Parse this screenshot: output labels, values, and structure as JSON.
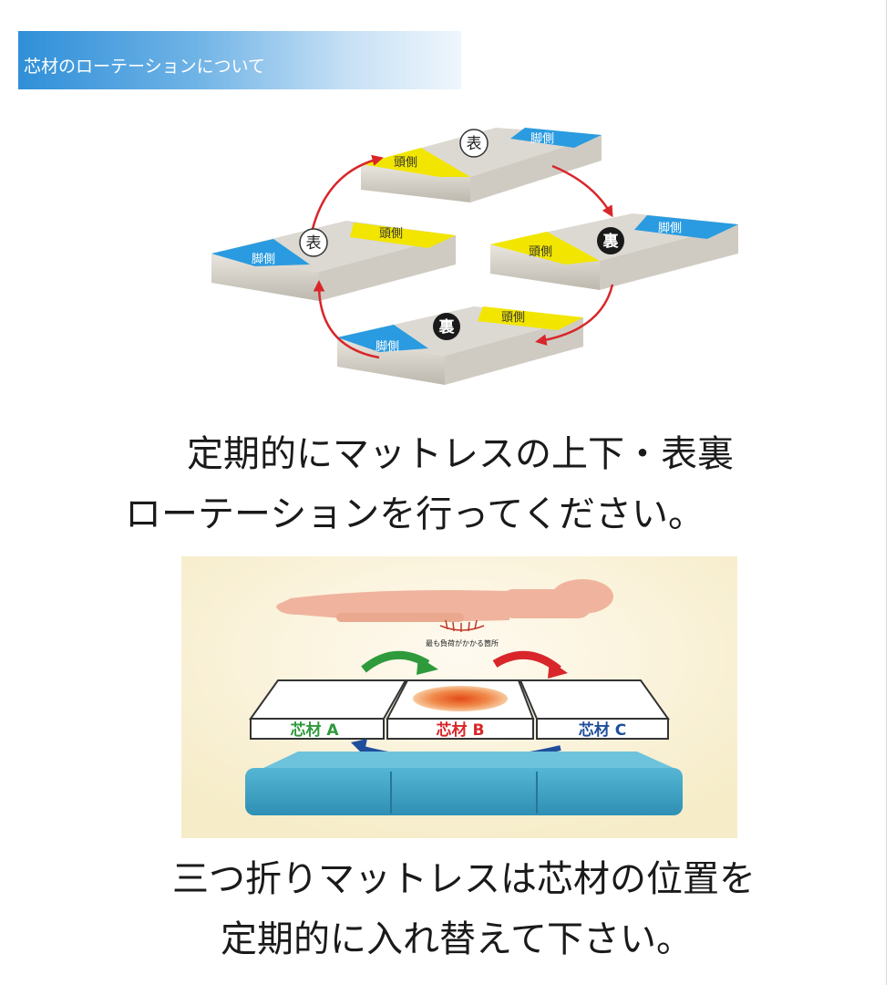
{
  "header": {
    "title": "芯材のローテーションについて"
  },
  "rotation_diagram": {
    "labels": {
      "front": "表",
      "back": "裏",
      "head": "頭側",
      "foot": "脚側"
    }
  },
  "caption1": {
    "line1": "定期的にマットレスの上下・表裏",
    "line2": "ローテーションを行ってください。"
  },
  "trifold_diagram": {
    "load_label": "最も負荷がかかる箇所",
    "core_a": "芯材 A",
    "core_b": "芯材 B",
    "core_c": "芯材 C"
  },
  "caption2": {
    "line1": "三つ折りマットレスは芯材の位置を",
    "line2": "定期的に入れ替えて下さい。"
  },
  "colors": {
    "head_yellow": "#f2e600",
    "foot_blue": "#2a9be0",
    "arrow_red": "#d8262a",
    "arrow_green": "#2f9a3c",
    "arrow_navy": "#1f4e9c",
    "mat_teal": "#3b9fc1",
    "bg_cream": "#faf3dc"
  }
}
